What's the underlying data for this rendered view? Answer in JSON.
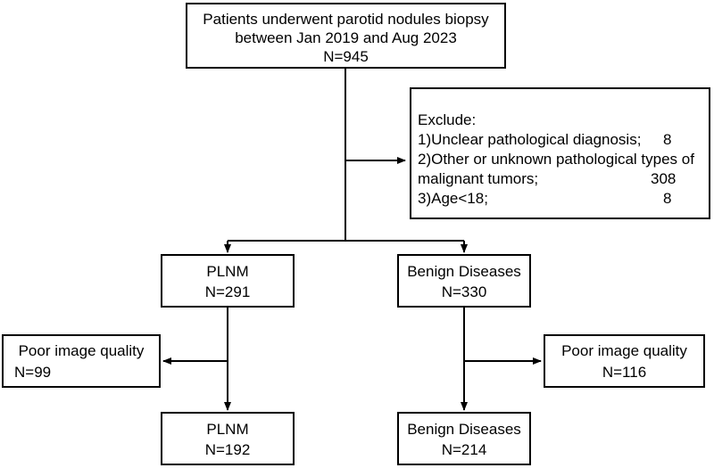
{
  "top": {
    "line1": "Patients underwent parotid nodules biopsy",
    "line2": "between Jan 2019 and Aug 2023",
    "count": "N=945"
  },
  "exclude": {
    "heading": "Exclude:",
    "item1_text": "1)Unclear pathological diagnosis;",
    "item1_count": "8",
    "item2_text_a": "2)Other or unknown pathological types of",
    "item2_text_b": "malignant tumors;",
    "item2_count": "308",
    "item3_text": "3)Age<18;",
    "item3_count": "8"
  },
  "plnm_initial": {
    "label": "PLNM",
    "count": "N=291"
  },
  "benign_initial": {
    "label": "Benign Diseases",
    "count": "N=330"
  },
  "poor_left": {
    "label": "Poor image quality",
    "count": "N=99"
  },
  "poor_right": {
    "label": "Poor image quality",
    "count": "N=116"
  },
  "plnm_final": {
    "label": "PLNM",
    "count": "N=192"
  },
  "benign_final": {
    "label": "Benign Diseases",
    "count": "N=214"
  }
}
